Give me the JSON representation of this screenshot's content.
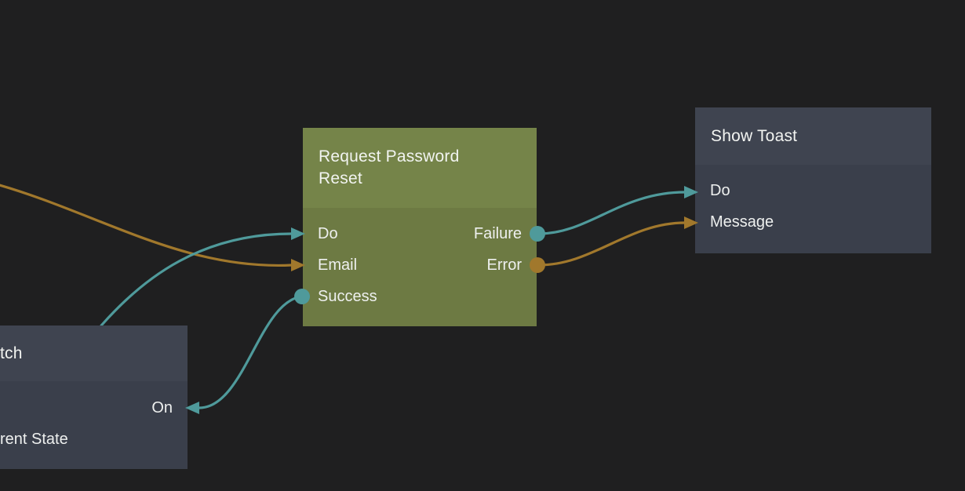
{
  "canvas": {
    "background": "#1f1f20"
  },
  "colors": {
    "signal_wire": "#4f9a9b",
    "data_wire": "#a1782c",
    "green_node_header": "#758449",
    "green_node_body": "#6d7a43",
    "dark_node_header": "#3f4450",
    "dark_node_body": "#3a3f4b",
    "text": "#eff1f0"
  },
  "nodes": {
    "request_password_reset": {
      "title": "Request Password Reset",
      "left_ports": [
        {
          "label": "Do",
          "type": "signal"
        },
        {
          "label": "Email",
          "type": "data"
        },
        {
          "label": "Success",
          "type": "signal"
        }
      ],
      "right_ports": [
        {
          "label": "Failure",
          "type": "signal"
        },
        {
          "label": "Error",
          "type": "data"
        }
      ]
    },
    "show_toast": {
      "title": "Show Toast",
      "left_ports": [
        {
          "label": "Do",
          "type": "signal"
        },
        {
          "label": "Message",
          "type": "data"
        }
      ]
    },
    "switch": {
      "title": "tch",
      "right_ports": [
        {
          "label": "On",
          "type": "signal"
        }
      ],
      "left_ports": [
        {
          "label": "rent State",
          "type": "data"
        }
      ]
    }
  },
  "connections": [
    {
      "from": "off-screen-left",
      "to": "Request Password Reset.Do",
      "color": "signal"
    },
    {
      "from": "off-screen-left",
      "to": "Request Password Reset.Email",
      "color": "data"
    },
    {
      "from": "Request Password Reset.Success",
      "to": "Switch.On",
      "color": "signal"
    },
    {
      "from": "Request Password Reset.Failure",
      "to": "Show Toast.Do",
      "color": "signal"
    },
    {
      "from": "Request Password Reset.Error",
      "to": "Show Toast.Message",
      "color": "data"
    }
  ]
}
